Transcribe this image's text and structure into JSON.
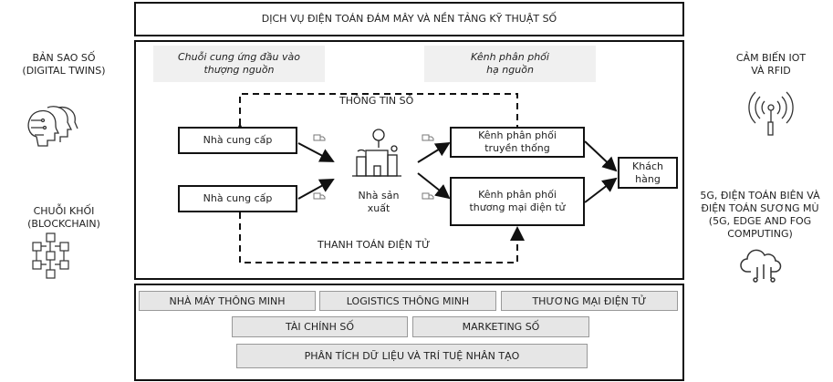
{
  "header": {
    "title": "DỊCH VỤ ĐIỆN TOÁN ĐÁM MÂY VÀ NỀN TẢNG KỸ THUẬT SỐ"
  },
  "sections": {
    "upstream": "Chuỗi cung ứng đầu vào thượng nguồn",
    "downstream": "Kênh phân phối hạ nguồn"
  },
  "flow": {
    "digital_info": "THÔNG TIN SỐ",
    "e_payment": "THANH TOÁN ĐIỆN TỬ",
    "supplier_1": "Nhà cung cấp",
    "supplier_2": "Nhà cung cấp",
    "manufacturer": "Nhà sản xuất",
    "traditional_channel": "Kênh phân phối truyền thống",
    "ecommerce_channel": "Kênh phân phối thương mại điện tử",
    "customer": "Khách hàng"
  },
  "applications": [
    "NHÀ MÁY THÔNG MINH",
    "LOGISTICS THÔNG MINH",
    "THƯƠNG MẠI ĐIỆN TỬ",
    "TÀI CHÍNH SỐ",
    "MARKETING SỐ",
    "PHÂN TÍCH DỮ LIỆU VÀ TRÍ TUỆ NHÂN TẠO"
  ],
  "technologies": {
    "digital_twins": "BẢN SAO SỐ (DIGITAL TWINS)",
    "blockchain": "CHUỖI KHỐI (BLOCKCHAIN)",
    "iot": "CẢM BIẾN IOT VÀ RFID",
    "edge": "5G, ĐIỆN TOÁN BIÊN VÀ ĐIỆN TOÁN SƯƠNG MÙ (5G, EDGE AND FOG COMPUTING)"
  }
}
